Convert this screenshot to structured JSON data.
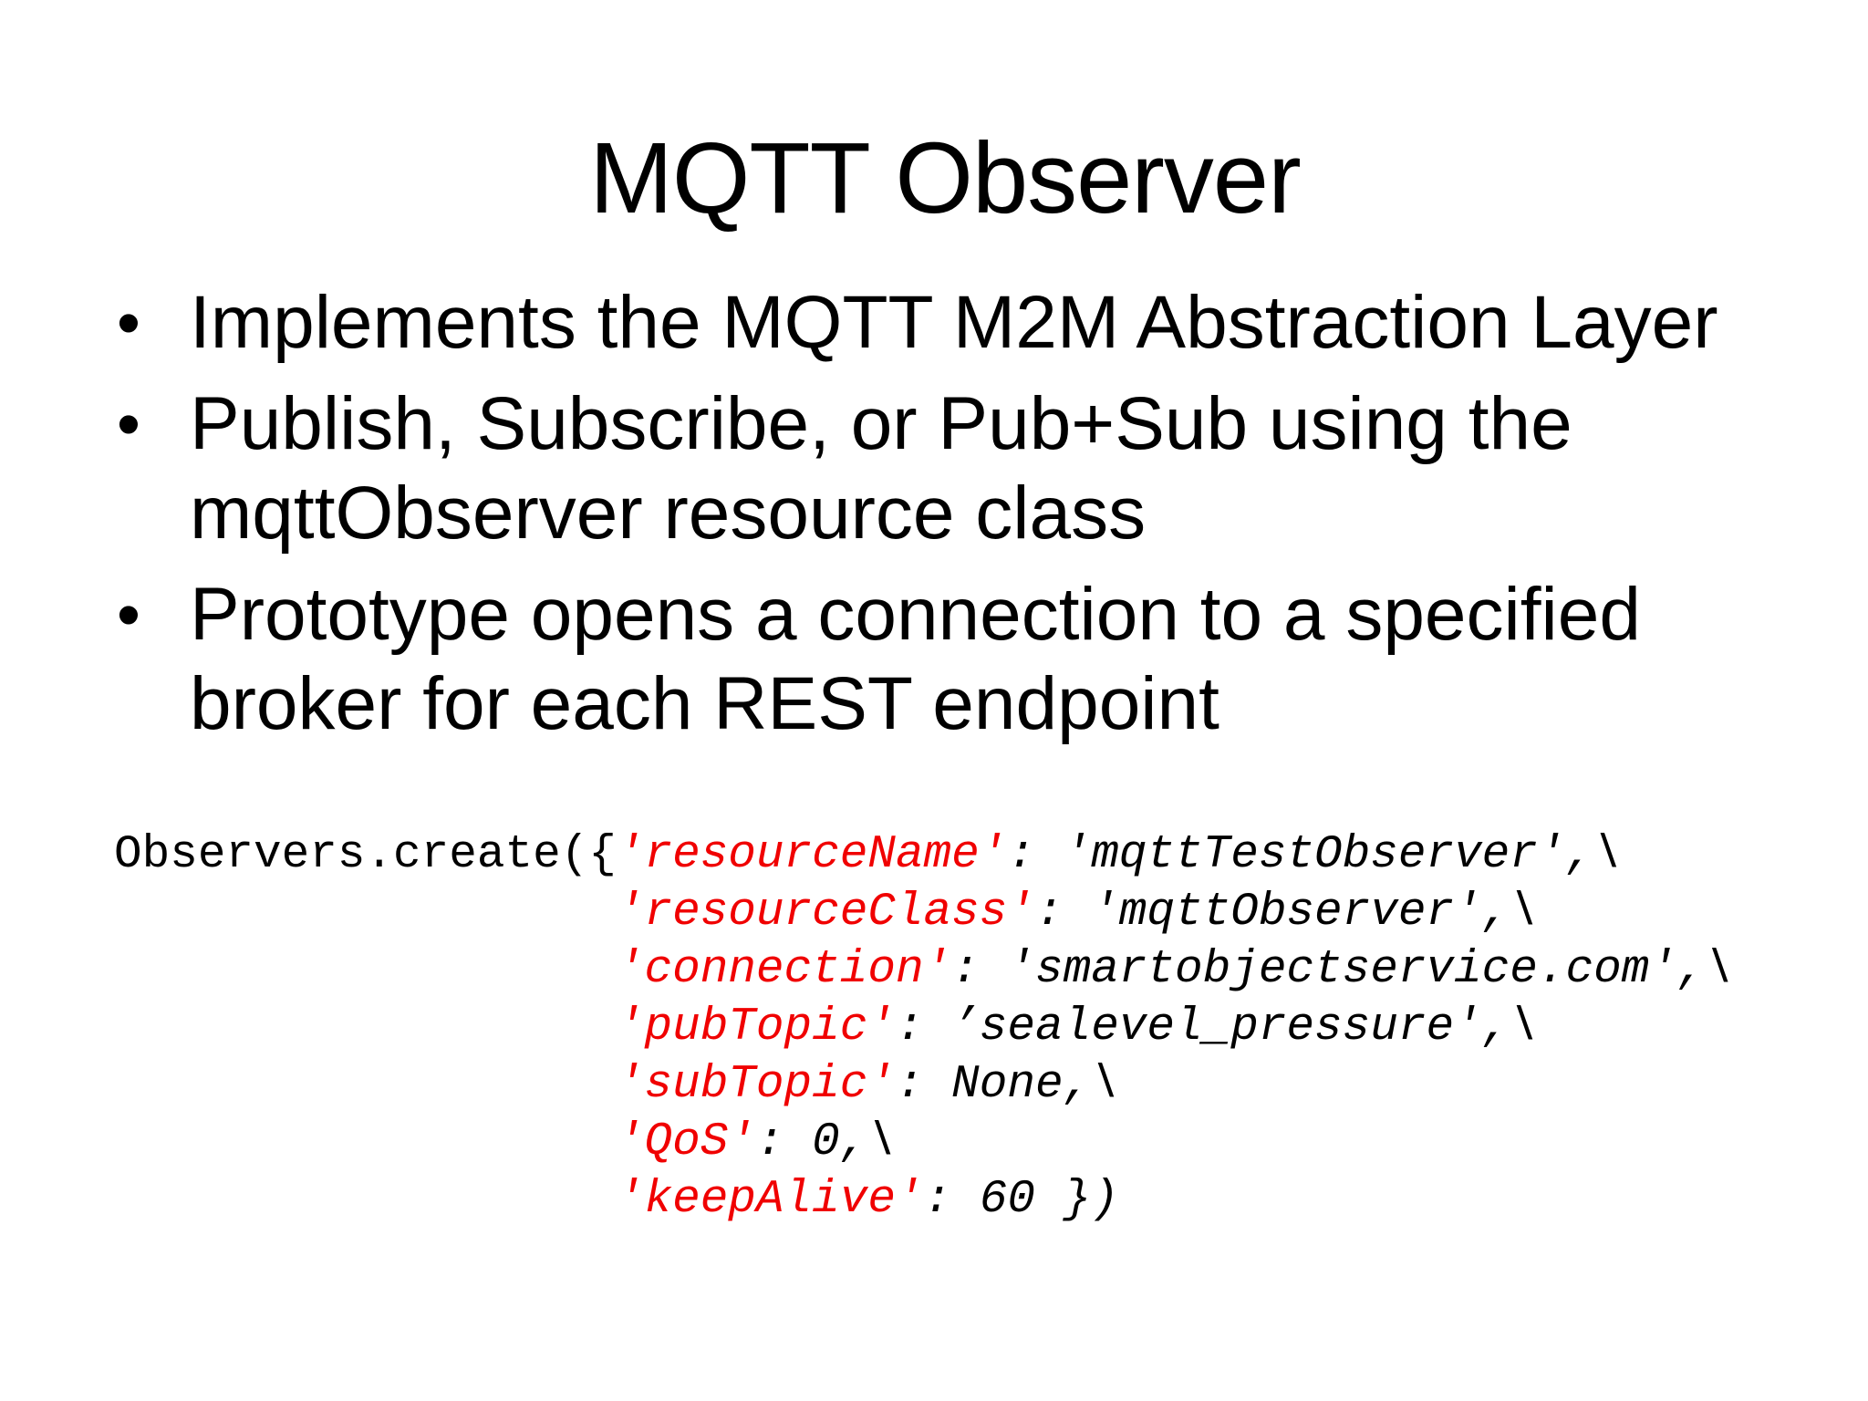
{
  "slide": {
    "title": "MQTT Observer",
    "bullet_char": "•",
    "bullets": [
      "Implements the MQTT M2M Abstraction Layer",
      "Publish, Subscribe, or Pub+Sub using the\nmqttObserver resource class",
      "Prototype opens a connection to a specified\nbroker for each REST endpoint"
    ],
    "colors": {
      "background": "#ffffff",
      "text": "#000000",
      "code_key": "#f00000",
      "code_value": "#000000"
    },
    "code": {
      "lines": [
        [
          {
            "t": "Observers.create({",
            "s": "call"
          },
          {
            "t": "'resourceName'",
            "s": "key"
          },
          {
            "t": ": ",
            "s": "val"
          },
          {
            "t": "'mqttTestObserver',\\",
            "s": "val"
          }
        ],
        [
          {
            "t": "                  ",
            "s": "call"
          },
          {
            "t": "'resourceClass'",
            "s": "key"
          },
          {
            "t": ": ",
            "s": "val"
          },
          {
            "t": "'mqttObserver',\\",
            "s": "val"
          }
        ],
        [
          {
            "t": "                  ",
            "s": "call"
          },
          {
            "t": "'connection'",
            "s": "key"
          },
          {
            "t": ": ",
            "s": "val"
          },
          {
            "t": "'smartobjectservice.com',\\",
            "s": "val"
          }
        ],
        [
          {
            "t": "                  ",
            "s": "call"
          },
          {
            "t": "'pubTopic'",
            "s": "key"
          },
          {
            "t": ": ",
            "s": "val"
          },
          {
            "t": "’sealevel_pressure',\\",
            "s": "val"
          }
        ],
        [
          {
            "t": "                  ",
            "s": "call"
          },
          {
            "t": "'subTopic'",
            "s": "key"
          },
          {
            "t": ": None,\\",
            "s": "val"
          }
        ],
        [
          {
            "t": "                  ",
            "s": "call"
          },
          {
            "t": "'QoS'",
            "s": "key"
          },
          {
            "t": ": 0,\\",
            "s": "val"
          }
        ],
        [
          {
            "t": "                  ",
            "s": "call"
          },
          {
            "t": "'keepAlive'",
            "s": "key"
          },
          {
            "t": ": 60 })",
            "s": "val"
          }
        ]
      ]
    }
  }
}
